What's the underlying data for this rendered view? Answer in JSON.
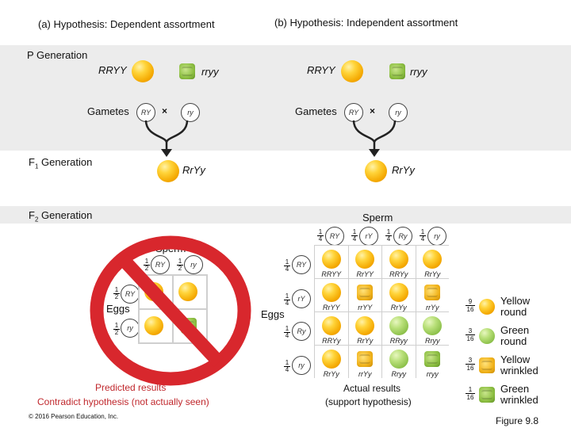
{
  "panel_a": {
    "title": "(a) Hypothesis: Dependent assortment",
    "p_gen_label": "P Generation",
    "parent1": "RRYY",
    "parent2": "rryy",
    "gametes_label": "Gametes",
    "gamete1": "RY",
    "gamete2": "ry",
    "cross": "×",
    "f1_label": "F",
    "f1_sub": "1",
    "f1_label2": " Generation",
    "f1_geno": "RrYy",
    "f2_label": "F",
    "f2_sub": "2",
    "f2_label2": " Generation",
    "sperm_label": "Sperm",
    "eggs_label": "Eggs",
    "frac_num": "1",
    "frac_den": "2",
    "sperm_gametes": [
      "RY",
      "ry"
    ],
    "egg_gametes": [
      "RY",
      "ry"
    ],
    "prediction_line1": "Predicted results",
    "prediction_line2": "Contradict hypothesis (not actually seen)"
  },
  "panel_b": {
    "title": "(b) Hypothesis: Independent assortment",
    "parent1": "RRYY",
    "parent2": "rryy",
    "gametes_label": "Gametes",
    "gamete1": "RY",
    "gamete2": "ry",
    "cross": "×",
    "f1_geno": "RrYy",
    "sperm_label": "Sperm",
    "eggs_label": "Eggs",
    "frac_num": "1",
    "frac_den": "4",
    "sperm_gametes": [
      "RY",
      "rY",
      "Ry",
      "ry"
    ],
    "egg_gametes": [
      "RY",
      "rY",
      "Ry",
      "ry"
    ],
    "genotypes": [
      [
        "RRYY",
        "RrYY",
        "RRYy",
        "RrYy"
      ],
      [
        "RrYY",
        "rrYY",
        "RrYy",
        "rrYy"
      ],
      [
        "RRYy",
        "RrYy",
        "RRyy",
        "Rryy"
      ],
      [
        "RrYy",
        "rrYy",
        "Rryy",
        "rryy"
      ]
    ],
    "pea_types": [
      [
        "yr",
        "yr",
        "yr",
        "yr"
      ],
      [
        "yr",
        "yw",
        "yr",
        "yw"
      ],
      [
        "yr",
        "yr",
        "gr",
        "gr"
      ],
      [
        "yr",
        "yw",
        "gr",
        "gw"
      ]
    ],
    "result_line1": "Actual results",
    "result_line2": "(support hypothesis)",
    "ratios": [
      {
        "num": "9",
        "den": "16",
        "label1": "Yellow",
        "label2": "round"
      },
      {
        "num": "3",
        "den": "16",
        "label1": "Green",
        "label2": "round"
      },
      {
        "num": "3",
        "den": "16",
        "label1": "Yellow",
        "label2": "wrinkled"
      },
      {
        "num": "1",
        "den": "16",
        "label1": "Green",
        "label2": "wrinkled"
      }
    ]
  },
  "footer": {
    "copyright": "© 2016 Pearson Education, Inc.",
    "figure": "Figure 9.8"
  },
  "colors": {
    "band": "#ececec",
    "prohibit_red": "#d8272d",
    "prediction_red": "#c0282d",
    "arrow": "#222222"
  }
}
